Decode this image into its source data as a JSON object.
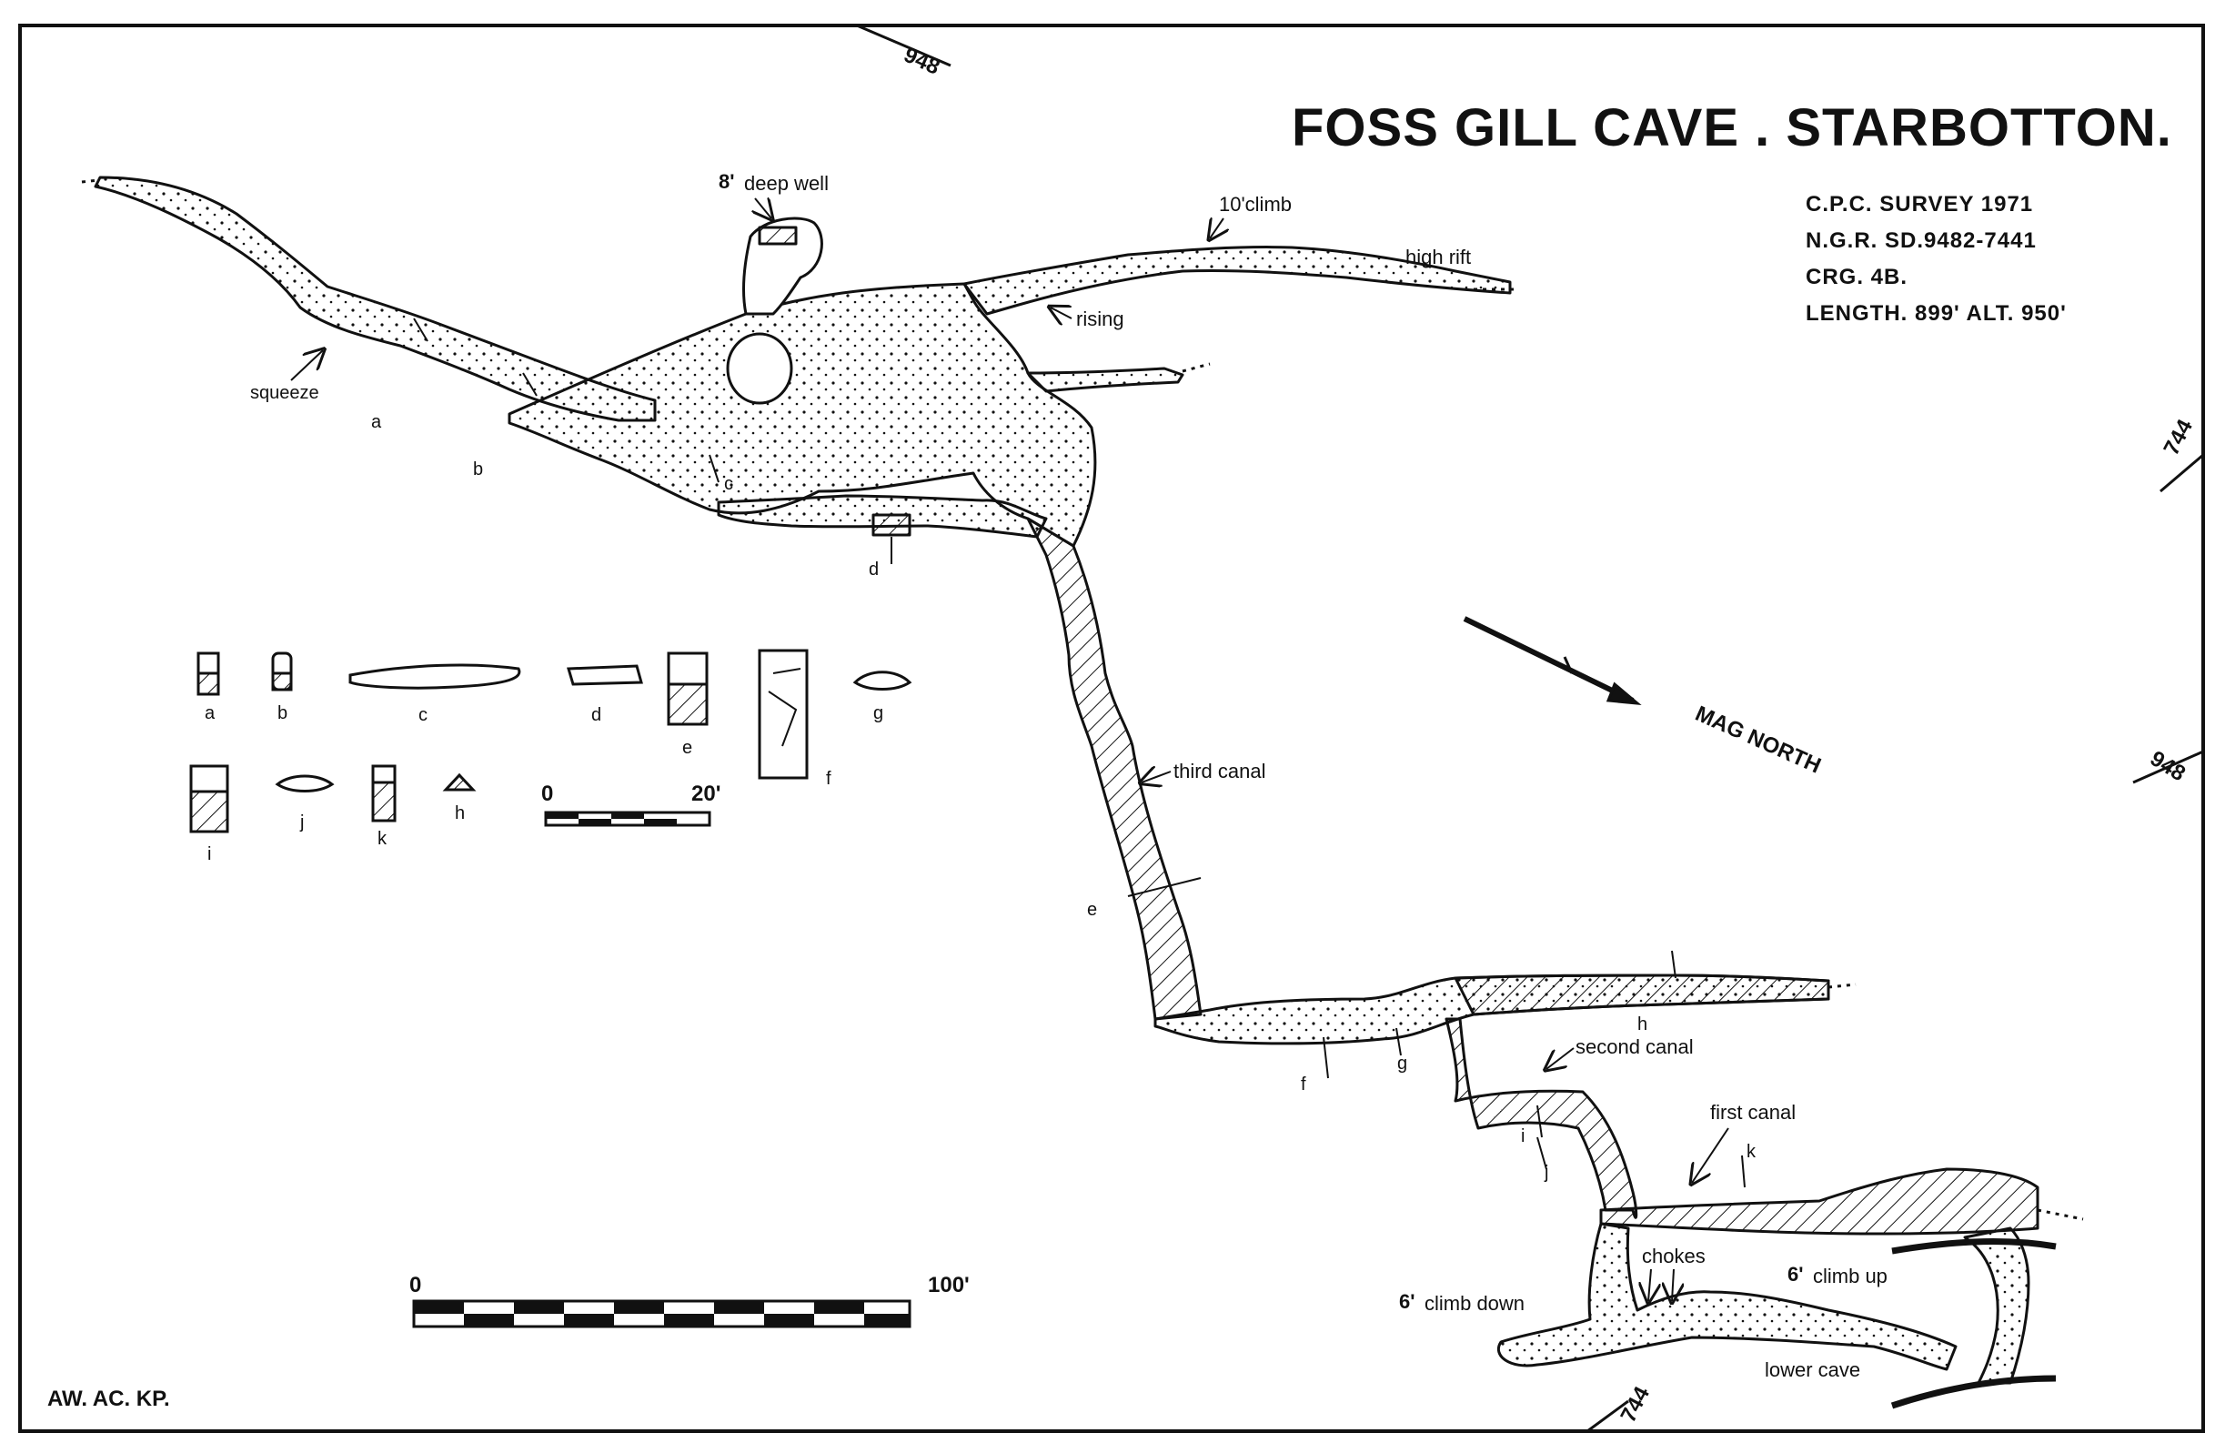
{
  "title": "FOSS GILL CAVE . STARBOTTON.",
  "survey_info": {
    "line1": "C.P.C. SURVEY 1971",
    "line2": "N.G.R. SD.9482-7441",
    "line3": "CRG. 4B.",
    "line4": "LENGTH. 899' ALT. 950'"
  },
  "north_label": "MAG NORTH",
  "grid_refs": {
    "top": "948",
    "right_upper": "744",
    "right_lower": "948",
    "bottom": "744"
  },
  "authors": "AW. AC. KP.",
  "labels": {
    "deep_well_num": "8'",
    "deep_well": "deep well",
    "climb10": "10'climb",
    "high_rift": "high rift",
    "rising": "rising",
    "squeeze": "squeeze",
    "third_canal": "third canal",
    "second_canal": "second canal",
    "first_canal": "first canal",
    "chokes": "chokes",
    "climb_up_num": "6'",
    "climb_up": "climb up",
    "climb_down_num": "6'",
    "climb_down": "climb down",
    "lower_cave": "lower cave"
  },
  "sections": {
    "a": "a",
    "b": "b",
    "c": "c",
    "d": "d",
    "e": "e",
    "f": "f",
    "g": "g",
    "h": "h",
    "i": "i",
    "j": "j",
    "k": "k"
  },
  "small_scale": {
    "start": "0",
    "end": "20'"
  },
  "large_scale": {
    "start": "0",
    "end": "100'"
  }
}
